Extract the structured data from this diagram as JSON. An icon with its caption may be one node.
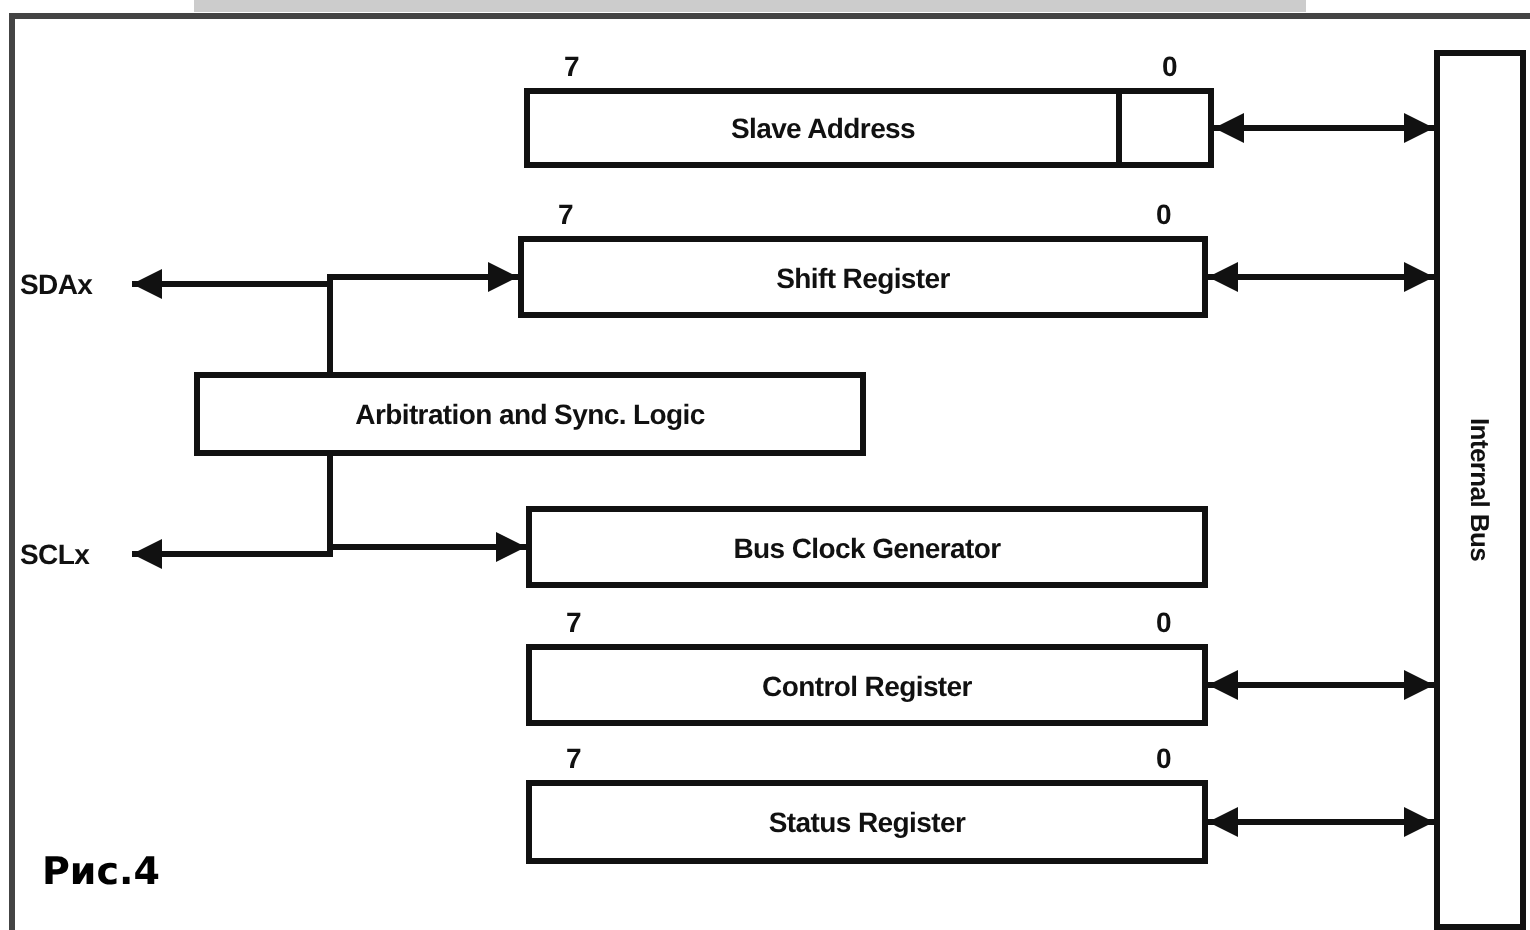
{
  "diagram": {
    "caption": "Рис.4",
    "nodes": [
      {
        "text": [
          "Slave Address"
        ],
        "beside": [
          "7",
          "0"
        ]
      },
      {
        "text": [
          "Shift Register"
        ],
        "beside": [
          "7",
          "0"
        ]
      },
      {
        "text": [
          "SDAx"
        ]
      },
      {
        "text": [
          "Arbitration and Sync. Logic"
        ]
      },
      {
        "text": [
          "SCLx"
        ]
      },
      {
        "text": [
          "Bus Clock Generator"
        ]
      },
      {
        "text": [
          "Control Register"
        ],
        "beside": [
          "7",
          "0"
        ]
      },
      {
        "text": [
          "Status Register"
        ],
        "beside": [
          "7",
          "0"
        ]
      },
      {
        "text": [
          "Internal Bus"
        ]
      }
    ],
    "edges": [
      {
        "from": 0,
        "to": 8,
        "arrow": "both"
      },
      {
        "from": 1,
        "to": 8,
        "arrow": "both"
      },
      {
        "from": 3,
        "to": 2,
        "arrow": "to"
      },
      {
        "from": 3,
        "to": 1,
        "arrow": "to"
      },
      {
        "from": 3,
        "to": 4,
        "arrow": "to"
      },
      {
        "from": 3,
        "to": 5,
        "arrow": "to"
      },
      {
        "from": 6,
        "to": 8,
        "arrow": "both"
      },
      {
        "from": 7,
        "to": 8,
        "arrow": "both"
      }
    ]
  }
}
